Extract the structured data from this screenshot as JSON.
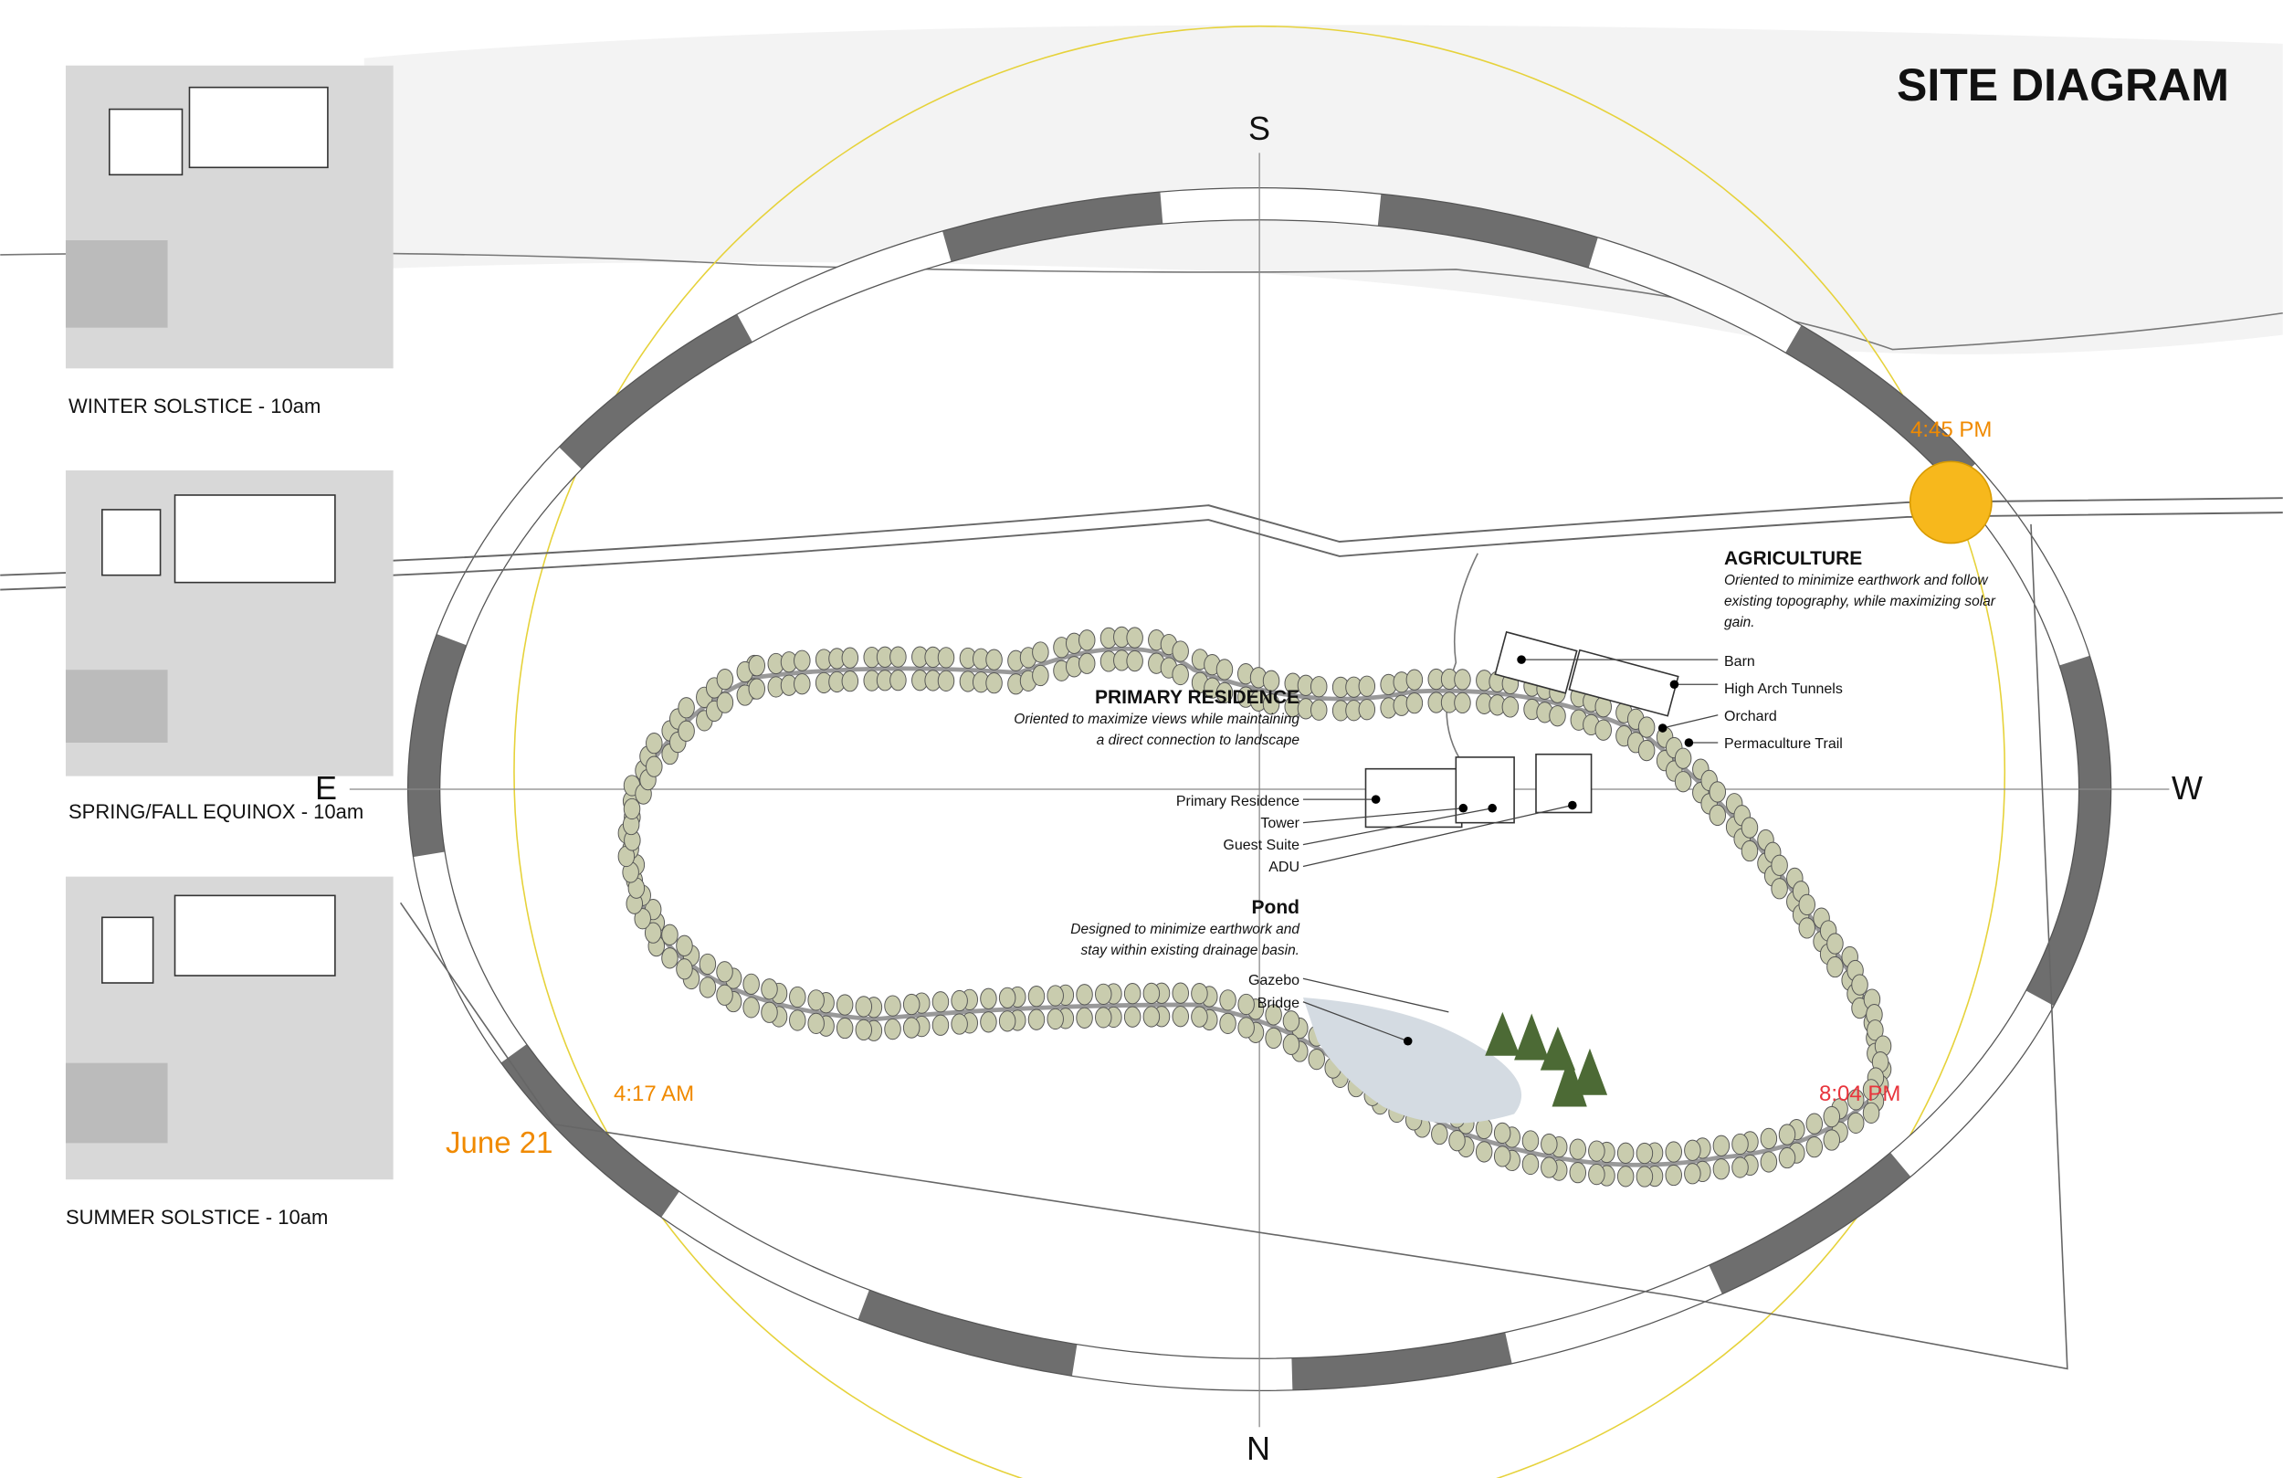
{
  "title": "SITE DIAGRAM",
  "compass": {
    "south": "S",
    "north": "N",
    "east": "E",
    "west": "W"
  },
  "sun": {
    "sunset_label": "4:45 PM",
    "sunrise_label": "4:17 AM",
    "late_label": "8:04 PM",
    "date": "June 21",
    "colors": {
      "orange": "#f08a00",
      "red": "#e8343c",
      "sun": "#f7b81c",
      "path": "#e6d23a"
    }
  },
  "thumbnails": [
    {
      "caption": "WINTER SOLSTICE - 10am"
    },
    {
      "caption": "SPRING/FALL EQUINOX - 10am"
    },
    {
      "caption": "SUMMER SOLSTICE - 10am"
    }
  ],
  "primary": {
    "heading": "PRIMARY RESIDENCE",
    "desc1": "Oriented to maximize views while maintaining",
    "desc2": "a direct connection to landscape",
    "labels": [
      "Primary Residence",
      "Tower",
      "Guest Suite",
      "ADU"
    ]
  },
  "pond": {
    "heading": "Pond",
    "desc1": "Designed to minimize earthwork and",
    "desc2": "stay within existing drainage basin.",
    "labels": [
      "Gazebo",
      "Bridge"
    ]
  },
  "agriculture": {
    "heading": "AGRICULTURE",
    "desc1": "Oriented to minimize earthwork and follow",
    "desc2": "existing topography,  while maximizing solar",
    "desc3": "gain.",
    "labels": [
      "Barn",
      "High Arch Tunnels",
      "Orchard",
      "Permaculture Trail"
    ]
  }
}
